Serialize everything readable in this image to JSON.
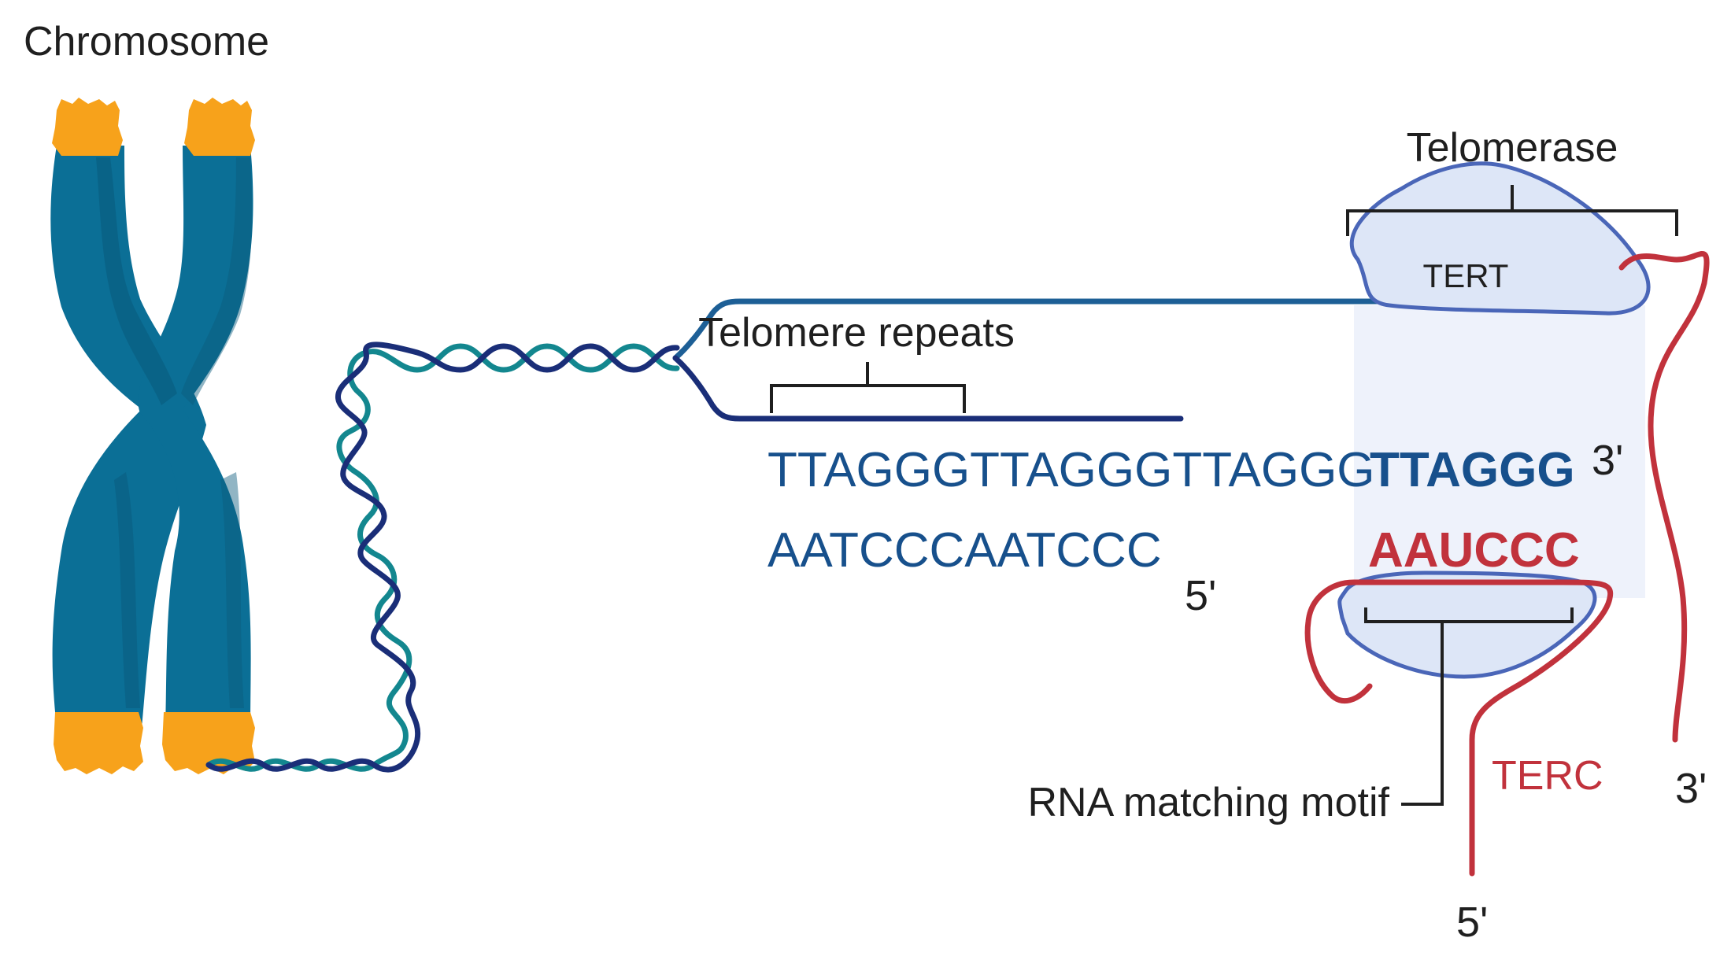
{
  "labels": {
    "chromosome": "Chromosome",
    "telomerase": "Telomerase",
    "telomere_repeats": "Telomere repeats",
    "tert": "TERT",
    "terc": "TERC",
    "rna_matching_motif": "RNA matching motif"
  },
  "sequences": {
    "top_repeats": "TTAGGGTTAGGGTTAGGG",
    "top_new": "TTAGGG",
    "bottom": "AATCCCAATCCC",
    "rna_template": "AAUCCC"
  },
  "ends": {
    "top_3prime": "3'",
    "bottom_5prime": "5'",
    "terc_5prime": "5'",
    "terc_3prime": "3'"
  },
  "colors": {
    "chromatid": "#0b6f96",
    "chromatid_dark": "#0a5a7c",
    "telomere_cap": "#f7a21b",
    "dna_top": "#1d5f96",
    "dna_bottom": "#1a2e78",
    "helix_teal": "#13878f",
    "rna": "#c1323c",
    "protein_fill": "#dde6f7",
    "protein_stroke": "#4a66b8",
    "sequence_text": "#17508c"
  }
}
